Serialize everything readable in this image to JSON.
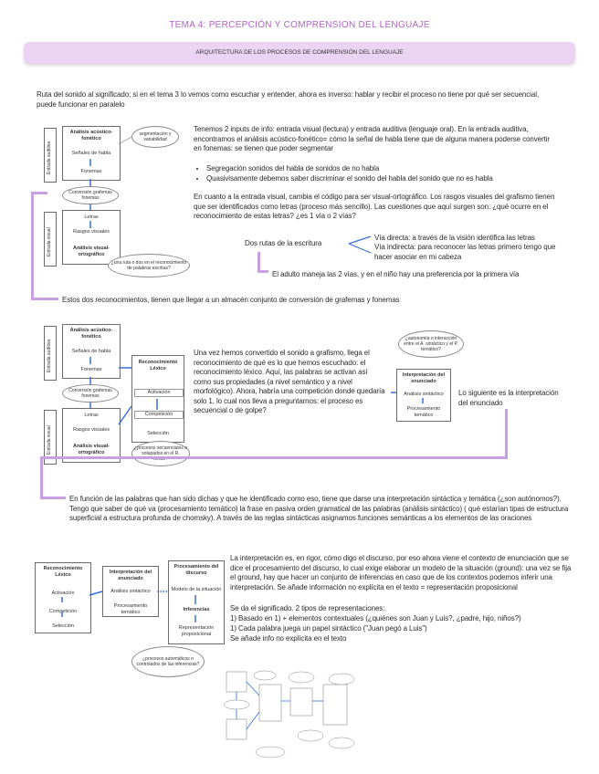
{
  "title": "TEMA 4: PERCEPCIÓN Y COMPRENSION DEL LENGUAJE",
  "banner": "ARQUITECTURA DE LOS PROCESOS DE COMPRENSIÓN DEL LENGUAJE",
  "intro": "Ruta del sonido al significado; si en el tema 3 lo vemos como escuchar y entender, ahora es inverso: hablar y recibir el proceso no tiene por qué ser secuencial, puede funcionar en paralelo",
  "diagram1": {
    "box_top_title": "Análisis acústico-fonético",
    "box_top_item1": "Señales de habla",
    "box_top_item2": "Fonemas",
    "box_bottom_item1": "Letras",
    "box_bottom_item2": "Rasgos visuales",
    "box_bottom_title": "Análisis visual-ortográfico",
    "side_top": "Entrada auditiva",
    "side_bottom": "Entrada visual",
    "bubble_seg": "segmentación y variabilidad",
    "bubble_conv": "Conversión grafemas fonemas",
    "bubble_q": "¿una ruta o dos en el reconocimiento de palabras escritas?"
  },
  "section1": {
    "p1": "Tenemos 2 inputs de info: entrada visual (lectura) y entrada auditiva (lenguaje oral). En la entrada auditiva, encontramos el análisis acústico-fonético= cómo la señal de habla tiene que de alguna manera poderse convertir en fonemas: se tienen que poder segmentar",
    "bullets": [
      "Segregación sonidos del habla de sonidos de no habla",
      "Quasivisamente debemos saber discriminar el sonido del habla del sonido que no es habla"
    ],
    "p2": "En cuanto a la entrada visual, cambia el código para ser visual-ortográfico. Los rasgos visuales del grafismo tienen que ser identificados como letras (proceso más sencillo). Las cuestiones que aquí surgen son: ¿qué ocurre en el reconocimiento de estas letras? ¿es 1 vía o 2 vías?",
    "dos_rutas_label": "Dos rutas de la escritura",
    "ruta_directa": "Vía directa: a través de la visión identifica las letras",
    "ruta_indirecta": "Vía indirecta: para reconocer las letras primero tengo que hacer asociar en mi cabeza",
    "adulto": "El adulto maneja las 2 vías, y en el niño hay una preferencia por la primera vía",
    "conclusion": "Estos dos reconocimientos, tienen que llegar a un almacén conjunto de conversión de grafemas y fonemas"
  },
  "diagram2": {
    "box_top_title": "Análisis acústico-fonético",
    "box_top_item1": "Señales de habla",
    "box_top_item2": "Fonemas",
    "reconocimiento_title": "Reconocimiento Léxico",
    "activacion": "Activación",
    "competicion": "Competición",
    "seleccion": "Selección",
    "box_bottom_item1": "Letras",
    "box_bottom_item2": "Rasgos visuales",
    "box_bottom_title": "Análisis visual-ortográfico",
    "bubble_conv": "Conversión grafemas fonemas",
    "bubble_q": "¿procesos secuenciales o solapados en el R. léxico?",
    "side_top": "Entrada auditiva",
    "side_bottom": "Entrada visual"
  },
  "section2": {
    "p": "Una vez hemos convertido el sonido a grafismo, llega el reconocimiento de qué es lo que hemos escuchado: el reconocimiento léxico. Aquí, las palabras se activan así como sus propiedades (a nivel semántico y a nivel morfológico). Ahora, habría una competición donde quedaría solo 1, lo cual nos lleva a preguntarnos: el proceso es secuencial o de golpe?",
    "siguiente": "Lo siguiente es la interpretación del enunciado",
    "mini_q": "¿autonomía o interacción entre el A. sintáctico y el P. temático?",
    "mini_title": "Interpretación del enunciado",
    "mini_item1": "Análisis sintáctico",
    "mini_item2": "Procesamiento temático"
  },
  "section3": {
    "p": "En función de las palabras que han sido dichas y que he identificado como eso, tiene que darse una interpretación sintáctica y temática (¿son autónomos?). Tengo que saber de qué va (procesamiento temático) la frase en pasiva orden gramatical de las palabras (análisis sintáctico) ( qué estarían tipas de estructura superficial a estructura profunda de chomsky). A través de las reglas sintácticas asignamos funciones semánticas a los elementos de las oraciones"
  },
  "diagram3": {
    "rl_title": "Reconocimiento Léxico",
    "activacion": "Activación",
    "competicion": "Competición",
    "seleccion": "Selección",
    "ie_title": "Interpretación del enunciado",
    "analisis": "Análisis sintáctico",
    "proc_tematico": "Procesamiento temático",
    "pd_title": "Procesamiento del discurso",
    "modelo": "Modelo de la situación",
    "inferencias": "Inferencias",
    "rep": "Representación proposicional",
    "bubble_q": "¿procesos automáticos o controlados de las inferencias?"
  },
  "section4": {
    "p1": "La interpretación es, en rigor, cómo digo el discurso, por eso ahora viene el contexto de enunciación que se dice el procesamiento del discurso, lo cual exige elaborar un modelo de la situación (ground): una vez se fija el ground, hay que hacer un conjunto de inferencias en caso que de los contextos podemos inferir una interpretación. Se añade información no explícita en el texto = representación proposicional",
    "p2": "Se da el significado. 2 tipos de representaciones:",
    "p3": "1) Basado en 1) + elementos contextuales (¿quiénes son Juan y Luis?, ¿padre, hijo, niños?)",
    "p4": "1) Cada palabra juega un papel sintáctico (\"Juan pegó a Luis\")",
    "p5": "Se añade info no explícita en el texto"
  },
  "colors": {
    "title": "#b063c9",
    "banner_bg": "#ead3f3",
    "purple_line": "#c89fe0",
    "arrow_blue": "#3a6fd8"
  }
}
